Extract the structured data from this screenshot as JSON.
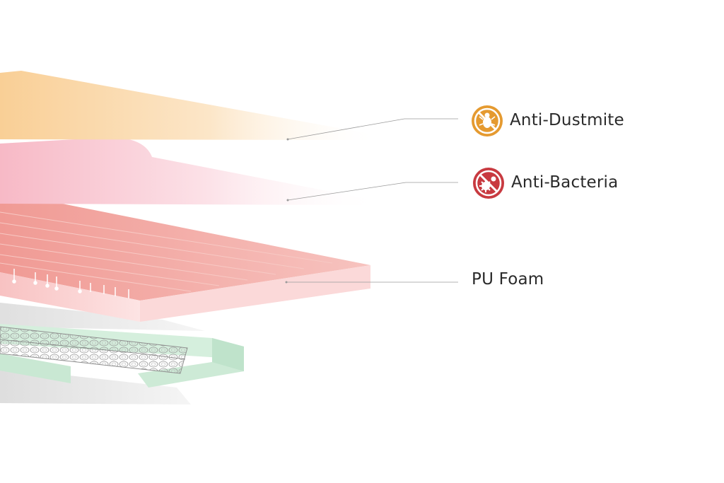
{
  "layers": {
    "anti_dustmite": {
      "label": "Anti-Dustmite",
      "icon": "dustmite-prohibited-icon",
      "icon_color": "#E0902A",
      "layer_color": "#F8C98E"
    },
    "anti_bacteria": {
      "label": "Anti-Bacteria",
      "icon": "bacteria-prohibited-icon",
      "icon_color": "#C9383F",
      "layer_color": "#F7B8C4"
    },
    "pu_foam": {
      "label": "PU Foam",
      "layer_color": "#F2A09A"
    },
    "spring_unit": {
      "icon": "pocket-spring-coils",
      "frame_color": "#CFEBD8"
    }
  }
}
